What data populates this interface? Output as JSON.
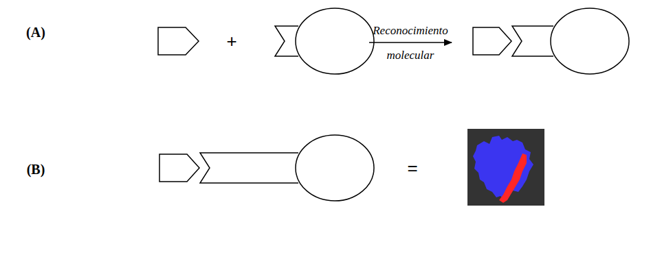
{
  "diagram": {
    "labels": [
      "(A)",
      "+",
      "Reconocimiento molecular",
      "(B)",
      "="
    ]
  }
}
